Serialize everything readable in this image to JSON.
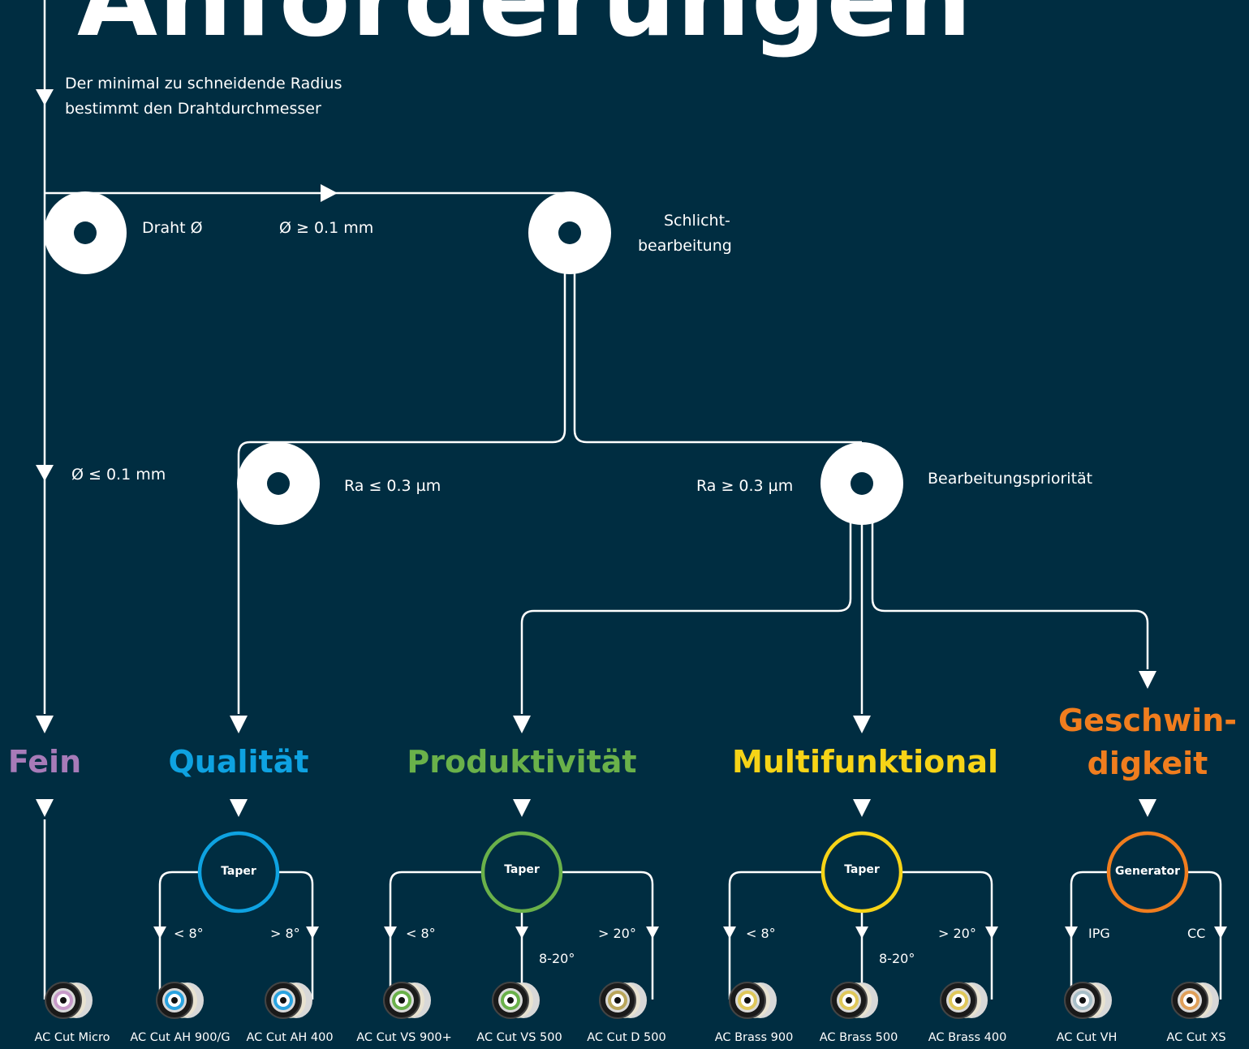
{
  "header": {
    "title": "Anforderungen"
  },
  "intro": {
    "line1": "Der minimal zu schneidende Radius",
    "line2": "bestimmt den Drahtdurchmesser"
  },
  "nodes": {
    "wire_diameter": "Draht Ø",
    "finishing_line1": "Schlicht-",
    "finishing_line2": "bearbeitung",
    "priority": "Bearbeitungspriorität"
  },
  "conditions": {
    "wire_large": "Ø ≥ 0.1 mm",
    "wire_small": "Ø ≤ 0.1 mm",
    "ra_small": "Ra ≤ 0.3 µm",
    "ra_large": "Ra ≥ 0.3 µm"
  },
  "categories": {
    "fein": {
      "label": "Fein",
      "color": "#a77bb8"
    },
    "qualitaet": {
      "label": "Qualität",
      "color": "#0ea2e1"
    },
    "produktivitaet": {
      "label": "Produktivität",
      "color": "#6ab14a"
    },
    "multifunktional": {
      "label": "Multifunktional",
      "color": "#f7d417"
    },
    "geschwindigkeit": {
      "label_line1": "Geschwin-",
      "label_line2": "digkeit",
      "color": "#f07d1e"
    }
  },
  "hubs": {
    "qualitaet": "Taper",
    "produktivitaet": "Taper",
    "multifunktional": "Taper",
    "geschwindigkeit": "Generator"
  },
  "branches": {
    "q_left": "< 8°",
    "q_right": "> 8°",
    "p_left": "< 8°",
    "p_mid": "8-20°",
    "p_right": "> 20°",
    "m_left": "< 8°",
    "m_mid": "8-20°",
    "m_right": "> 20°",
    "g_left": "IPG",
    "g_right": "CC"
  },
  "products": [
    "AC Cut Micro",
    "AC Cut AH 900/G",
    "AC Cut AH 400",
    "AC Cut VS 900+",
    "AC Cut VS 500",
    "AC Cut D 500",
    "AC Brass 900",
    "AC Brass 500",
    "AC Brass 400",
    "AC Cut VH",
    "AC Cut XS"
  ],
  "colors": {
    "background": "#002d41",
    "lines": "#ffffff"
  }
}
